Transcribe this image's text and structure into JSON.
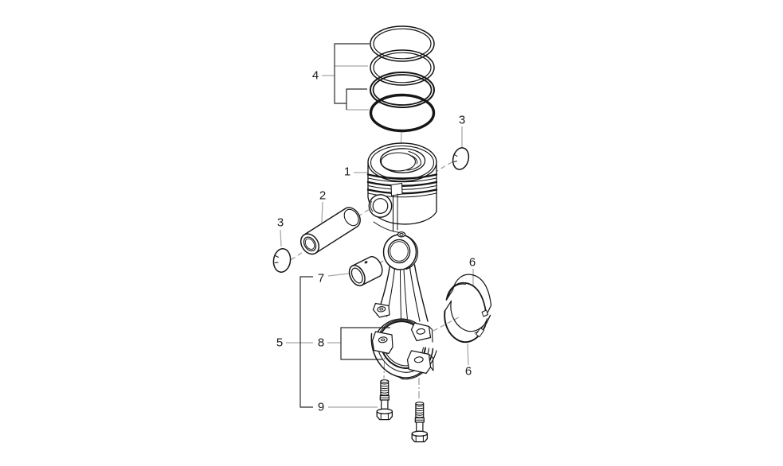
{
  "meta": {
    "colors": {
      "background": "#ffffff",
      "part_line": "#151515",
      "bracket_line": "#2b2b2b",
      "leader_line": "#a8a8a8",
      "dashed_line": "#9a9a9a",
      "label_text": "#1a1a1a"
    }
  },
  "callouts": {
    "piston": {
      "number": "1"
    },
    "piston_pin": {
      "number": "2"
    },
    "snap_ring_right": {
      "number": "3"
    },
    "snap_ring_left": {
      "number": "3"
    },
    "piston_ring_set": {
      "number": "4"
    },
    "rod_assembly": {
      "number": "5"
    },
    "bearing_shell_upper": {
      "number": "6"
    },
    "bearing_shell_lower": {
      "number": "6"
    },
    "small_end_bushing": {
      "number": "7"
    },
    "big_end_bearing": {
      "number": "8"
    },
    "rod_bolts": {
      "number": "9"
    }
  }
}
